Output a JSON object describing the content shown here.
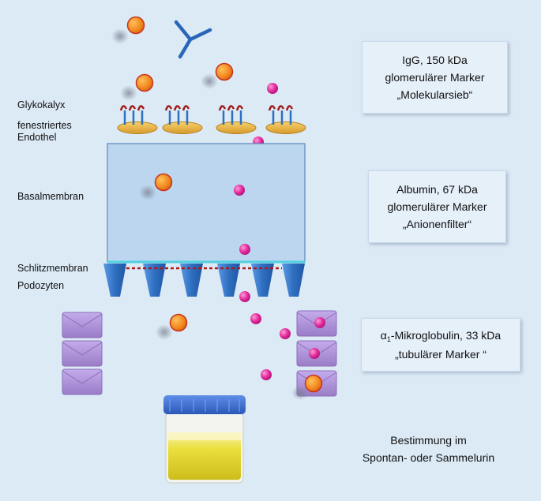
{
  "labels": {
    "glykokalyx": "Glykokalyx",
    "endothel_line1": "fenestriertes",
    "endothel_line2": "Endothel",
    "basalmembran": "Basalmembran",
    "schlitzmembran": "Schlitzmembran",
    "podozyten": "Podozyten"
  },
  "boxes": {
    "igg": {
      "line1": "IgG, 150 kDa",
      "line2": "glomerulärer Marker",
      "line3": "„Molekularsieb“"
    },
    "albumin": {
      "line1": "Albumin, 67 kDa",
      "line2": "glomerulärer Marker",
      "line3": "„Anionenfilter“"
    },
    "alpha1": {
      "line1_prefix": "α",
      "line1_sub": "1",
      "line1_suffix": "-Mikroglobulin, 33 kDa",
      "line2": "„tubulärer Marker “"
    }
  },
  "bottom_note": {
    "line1": "Bestimmung im",
    "line2": "Spontan- oder Sammelurin"
  },
  "colors": {
    "background": "#dceaf6",
    "basalmembran": "#bcd6ef",
    "podocyte": "#2f6fc0",
    "endothel": "#e8b84a",
    "glycocalyx": "#a01b1b",
    "igg_marker": "#f08a1e",
    "albumin_marker": "#e0289a",
    "tubule_cell": "#a98bd0",
    "urine": "#e6dc2e",
    "cup_lid": "#3b6fd1"
  },
  "icons": [
    "antibody-icon",
    "urine-cup-icon"
  ]
}
